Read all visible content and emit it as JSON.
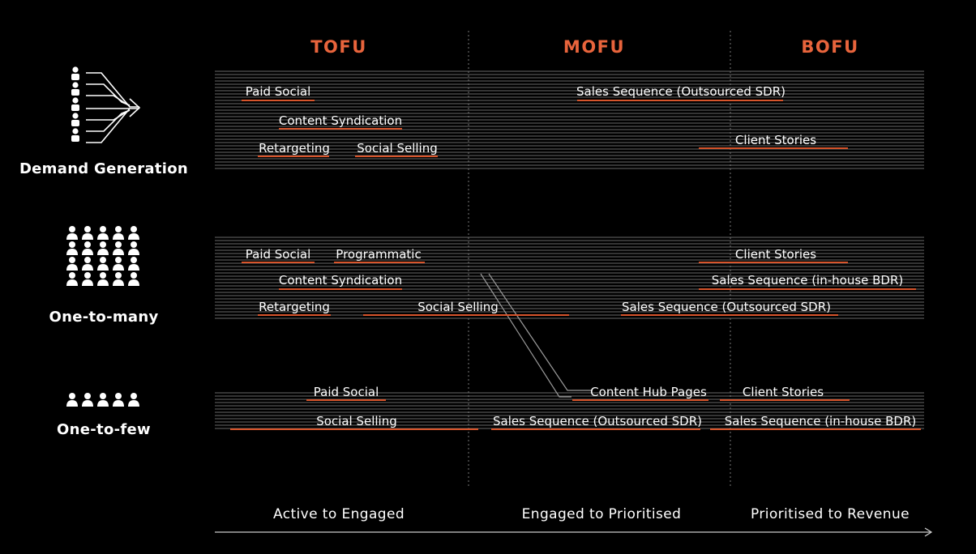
{
  "stages": [
    "TOFU",
    "MOFU",
    "BOFU"
  ],
  "rows": [
    {
      "title": "Demand Generation",
      "icon": "funnel-people-icon",
      "items": [
        {
          "label": "Paid Social"
        },
        {
          "label": "Content Syndication"
        },
        {
          "label": "Retargeting"
        },
        {
          "label": "Social Selling"
        },
        {
          "label": "Sales Sequence (Outsourced SDR)"
        },
        {
          "label": "Client Stories"
        }
      ]
    },
    {
      "title": "One-to-many",
      "icon": "crowd-grid-icon",
      "items": [
        {
          "label": "Paid Social"
        },
        {
          "label": "Programmatic"
        },
        {
          "label": "Content Syndication"
        },
        {
          "label": "Retargeting"
        },
        {
          "label": "Social Selling"
        },
        {
          "label": "Client Stories"
        },
        {
          "label": "Sales Sequence (in-house BDR)"
        },
        {
          "label": "Sales Sequence (Outsourced SDR)"
        }
      ]
    },
    {
      "title": "One-to-few",
      "icon": "small-group-icon",
      "items": [
        {
          "label": "Paid Social"
        },
        {
          "label": "Social Selling"
        },
        {
          "label": "Content Hub Pages"
        },
        {
          "label": "Client Stories"
        },
        {
          "label": "Sales Sequence (Outsourced SDR)"
        },
        {
          "label": "Sales Sequence (in-house BDR)"
        }
      ]
    }
  ],
  "phases": [
    "Active to Engaged",
    "Engaged to Prioritised",
    "Prioritised to Revenue"
  ],
  "colors": {
    "accent": "#e8643c",
    "line": "#d8552c",
    "stripe": "#9a9a9a",
    "text": "#ffffff"
  }
}
